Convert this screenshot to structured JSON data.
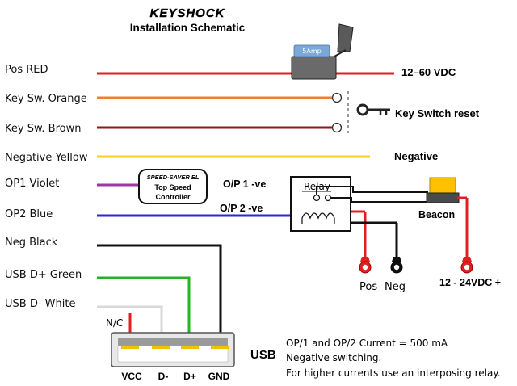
{
  "header": {
    "logo": "KEYSHOCK",
    "title": "Installation Schematic"
  },
  "wires": [
    {
      "label": "Pos RED",
      "color": "#e02020"
    },
    {
      "label": "Key Sw. Orange",
      "color": "#f08030"
    },
    {
      "label": "Key Sw. Brown",
      "color": "#8b1a1a"
    },
    {
      "label": "Negative Yellow",
      "color": "#f2d21e"
    },
    {
      "label": "OP1 Violet",
      "color": "#9a3aa0"
    },
    {
      "label": "OP2 Blue",
      "color": "#2a2ad0"
    },
    {
      "label": "Neg Black",
      "color": "#111111"
    },
    {
      "label": "USB D+ Green",
      "color": "#22b422"
    },
    {
      "label": "USB D- White",
      "color": "#d8d8d8"
    }
  ],
  "annotations": {
    "fuse": "5Amp",
    "supply": "12–60 VDC",
    "key_switch": "Key Switch reset",
    "negative": "Negative",
    "op1": "O/P 1 -ve",
    "op2": "O/P 2 -ve",
    "speed_saver": [
      "SPEED-SAVER EL",
      "Top Speed",
      "Controller"
    ],
    "relay": "Relay",
    "beacon": "Beacon",
    "pos": "Pos",
    "neg": "Neg",
    "beacon_supply": "12 - 24VDC +",
    "nc": "N/C",
    "usb": "USB",
    "usb_pins": [
      "VCC",
      "D-",
      "D+",
      "GND"
    ]
  },
  "notes": [
    "OP/1 and OP/2 Current = 500 mA",
    "Negative switching.",
    "For higher currents use an interposing relay."
  ]
}
